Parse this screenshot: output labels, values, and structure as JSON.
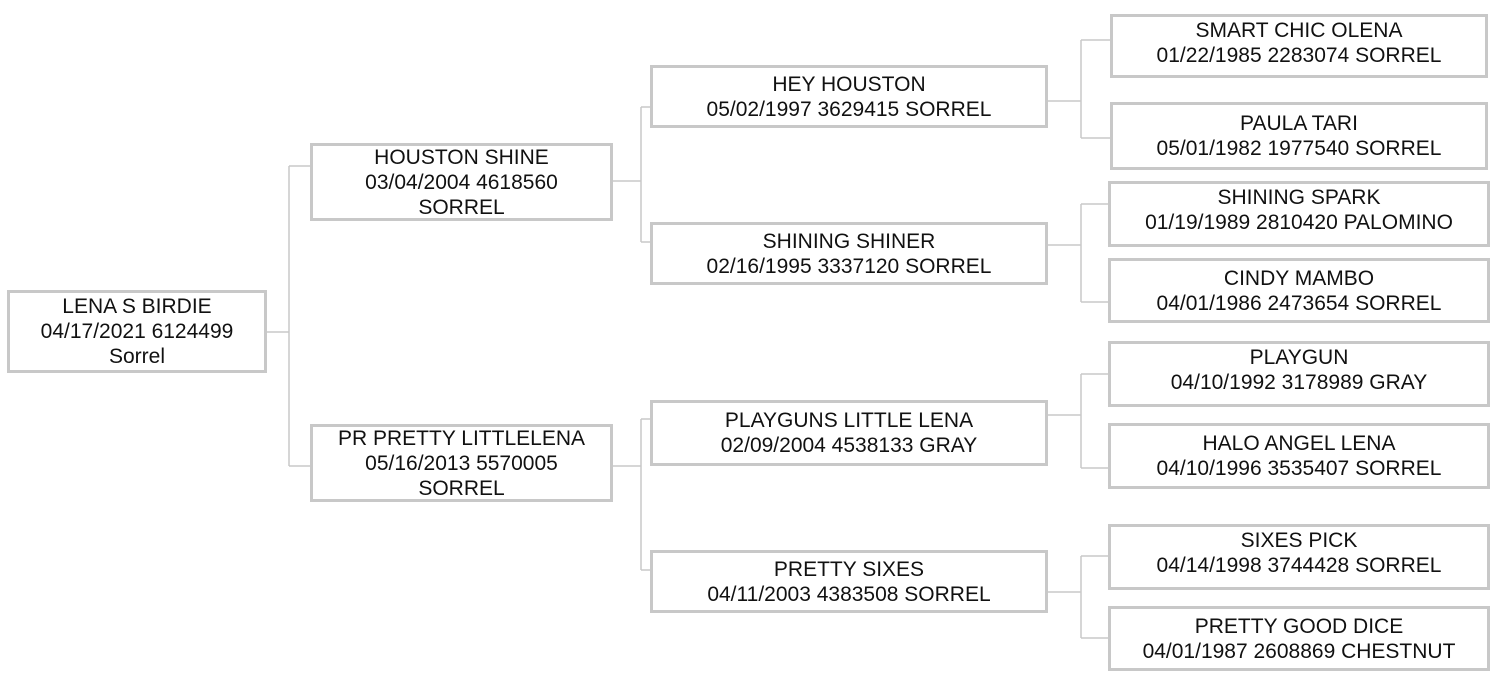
{
  "line_color": "#c8c8c8",
  "text_color": "#111111",
  "horses": {
    "subject": {
      "name": "LENA S BIRDIE",
      "line2": "04/17/2021 6124499",
      "line3": "Sorrel"
    },
    "sire": {
      "name": "HOUSTON SHINE",
      "line2": "03/04/2004 4618560",
      "line3": "SORREL"
    },
    "dam": {
      "name": "PR PRETTY LITTLELENA",
      "line2": "05/16/2013 5570005",
      "line3": "SORREL"
    },
    "sire_sire": {
      "name": "HEY HOUSTON",
      "line2": "05/02/1997 3629415 SORREL"
    },
    "sire_dam": {
      "name": "SHINING SHINER",
      "line2": "02/16/1995 3337120 SORREL"
    },
    "dam_sire": {
      "name": "PLAYGUNS LITTLE LENA",
      "line2": "02/09/2004 4538133 GRAY"
    },
    "dam_dam": {
      "name": "PRETTY SIXES",
      "line2": "04/11/2003 4383508 SORREL"
    },
    "ss_sire": {
      "name": "SMART CHIC OLENA",
      "line2": "01/22/1985 2283074 SORREL"
    },
    "ss_dam": {
      "name": "PAULA TARI",
      "line2": "05/01/1982 1977540 SORREL"
    },
    "sd_sire": {
      "name": "SHINING SPARK",
      "line2": "01/19/1989 2810420 PALOMINO"
    },
    "sd_dam": {
      "name": "CINDY MAMBO",
      "line2": "04/01/1986 2473654 SORREL"
    },
    "ds_sire": {
      "name": "PLAYGUN",
      "line2": "04/10/1992 3178989 GRAY"
    },
    "ds_dam": {
      "name": "HALO ANGEL LENA",
      "line2": "04/10/1996 3535407 SORREL"
    },
    "dd_sire": {
      "name": "SIXES PICK",
      "line2": "04/14/1998 3744428 SORREL"
    },
    "dd_dam": {
      "name": "PRETTY GOOD DICE",
      "line2": "04/01/1987 2608869 CHESTNUT"
    }
  }
}
